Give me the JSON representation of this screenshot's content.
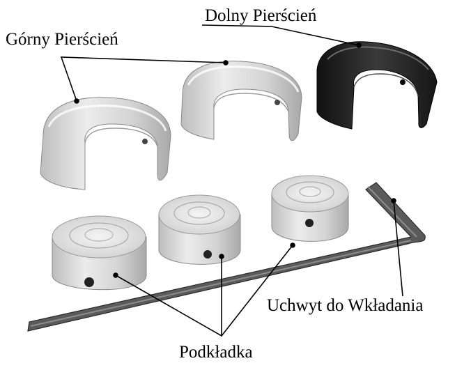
{
  "labels": {
    "upper_ring": "Górny Pierścień",
    "lower_ring": "Dolny Pierścień",
    "insert_handle": "Uchwyt do Wkładania",
    "spacer": "Podkładka"
  },
  "colors": {
    "background": "#ffffff",
    "metal_light": "#e6e6e6",
    "metal_mid": "#c9c9c9",
    "metal_dark": "#9a9a9a",
    "black_ring": "#222222",
    "hex_key": "#555555",
    "leader_line": "#000000"
  }
}
